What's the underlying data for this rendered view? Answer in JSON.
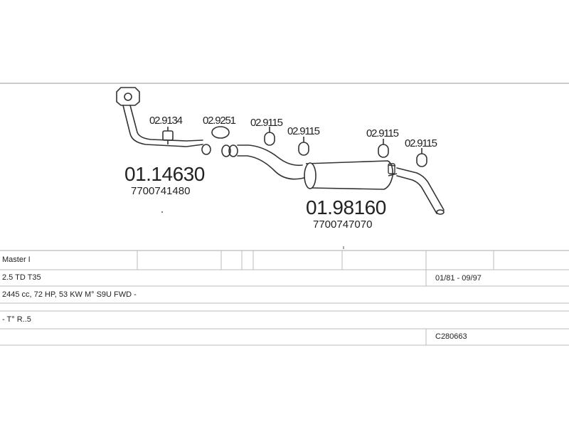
{
  "parts": {
    "gasket_1": "02.9134",
    "gasket_2": "02.9251",
    "hanger_1": "02.9115",
    "hanger_2": "02.9115",
    "hanger_3": "02.9115",
    "hanger_4": "02.9115",
    "front_pipe": "01.14630",
    "front_pipe_oe": "7700741480",
    "silencer": "01.98160",
    "silencer_oe": "7700747070"
  },
  "vehicle": {
    "model": "Master I",
    "engine": "2.5 TD T35",
    "years": "01/81 - 09/97",
    "spec": "2445 cc, 72 HP, 53 KW M° S9U FWD -",
    "note": "- T° R..5",
    "code": "C280663"
  }
}
